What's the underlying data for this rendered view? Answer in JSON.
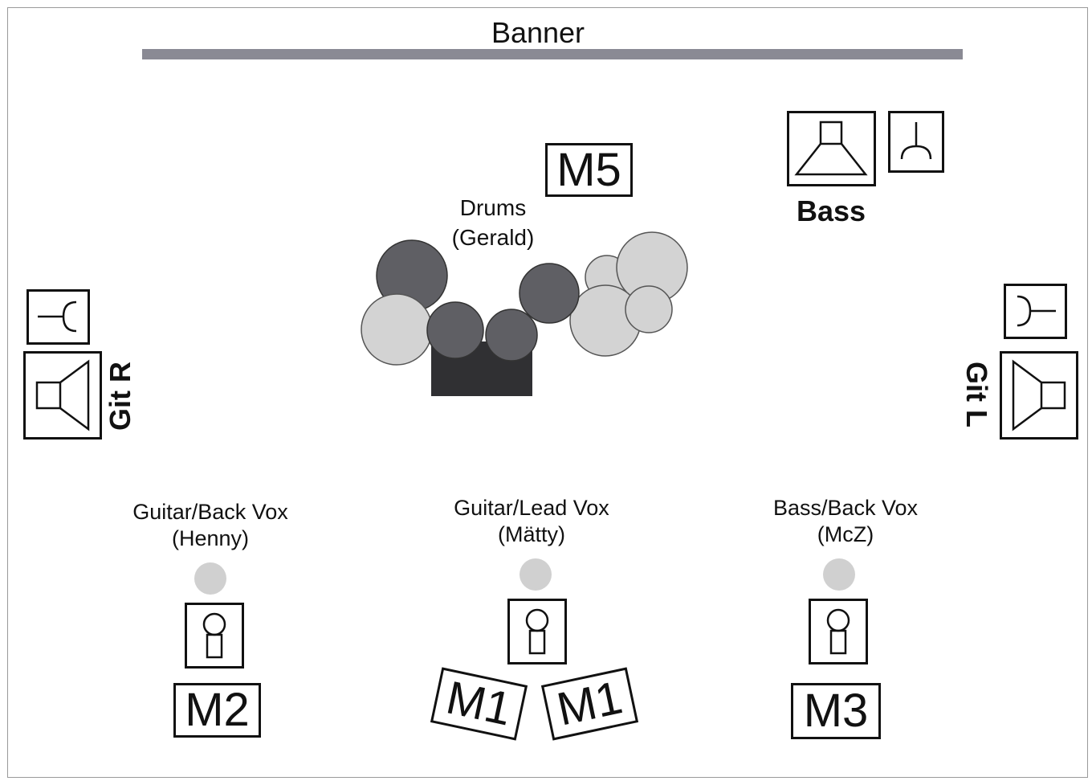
{
  "banner": {
    "label": "Banner"
  },
  "drums": {
    "label": "Drums",
    "player": "(Gerald)"
  },
  "bass_amp": {
    "label": "Bass"
  },
  "git_r": {
    "label": "Git R"
  },
  "git_l": {
    "label": "Git L"
  },
  "players": [
    {
      "role": "Guitar/Back Vox",
      "name": "(Henny)"
    },
    {
      "role": "Guitar/Lead Vox",
      "name": "(Mätty)"
    },
    {
      "role": "Bass/Back Vox",
      "name": "(McZ)"
    }
  ],
  "monitors": {
    "m5": "M5",
    "m2": "M2",
    "m1_left": "M1",
    "m1_right": "M1",
    "m3": "M3"
  },
  "colors": {
    "banner": "#8a8a94",
    "drum_dark": "#5f5f64",
    "cymbal_light": "#d3d3d3",
    "drum_riser": "#303033",
    "stand_marker": "#d0d0d0",
    "line": "#111111"
  }
}
